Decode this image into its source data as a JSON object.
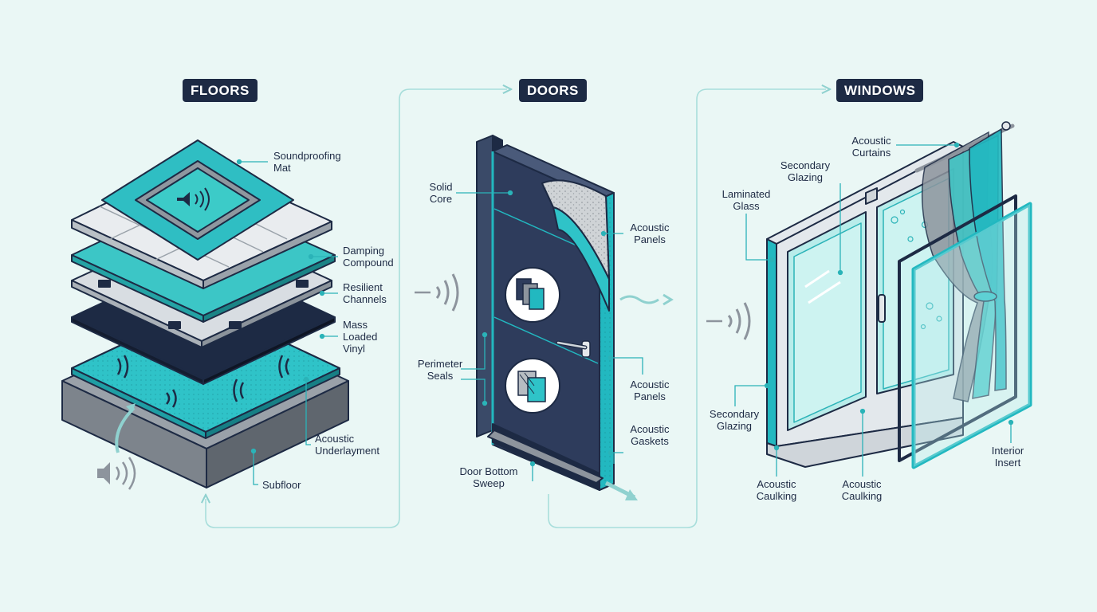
{
  "colors": {
    "background": "#eaf7f5",
    "navy": "#1d2a44",
    "teal": "#22b8c0",
    "light_teal": "#7fd8d6",
    "grey": "#8d949d",
    "light_grey": "#d9dee3",
    "leader": "#2bb3b8"
  },
  "sections": {
    "floors": {
      "title": "FLOORS",
      "labels": {
        "soundproofing_mat": "Soundproofing\nMat",
        "damping_compound": "Damping\nCompound",
        "resilient_channels": "Resilient\nChannels",
        "mass_loaded_vinyl": "Mass\nLoaded\nVinyl",
        "acoustic_underlayment": "Acoustic\nUnderlayment",
        "subfloor": "Subfloor"
      }
    },
    "doors": {
      "title": "DOORS",
      "labels": {
        "solid_core": "Solid\nCore",
        "acoustic_panels_top": "Acoustic\nPanels",
        "perimeter_seals": "Perimeter\nSeals",
        "acoustic_panels_bottom": "Acoustic\nPanels",
        "acoustic_gaskets": "Acoustic\nGaskets",
        "door_bottom_sweep": "Door Bottom\nSweep"
      }
    },
    "windows": {
      "title": "WINDOWS",
      "labels": {
        "acoustic_curtains": "Acoustic\nCurtains",
        "secondary_glazing_top": "Secondary\nGlazing",
        "laminated_glass": "Laminated\nGlass",
        "secondary_glazing_bottom": "Secondary\nGlazing",
        "acoustic_caulking_left": "Acoustic\nCaulking",
        "acoustic_caulking_right": "Acoustic\nCaulking",
        "interior_insert": "Interior\nInsert"
      }
    }
  }
}
